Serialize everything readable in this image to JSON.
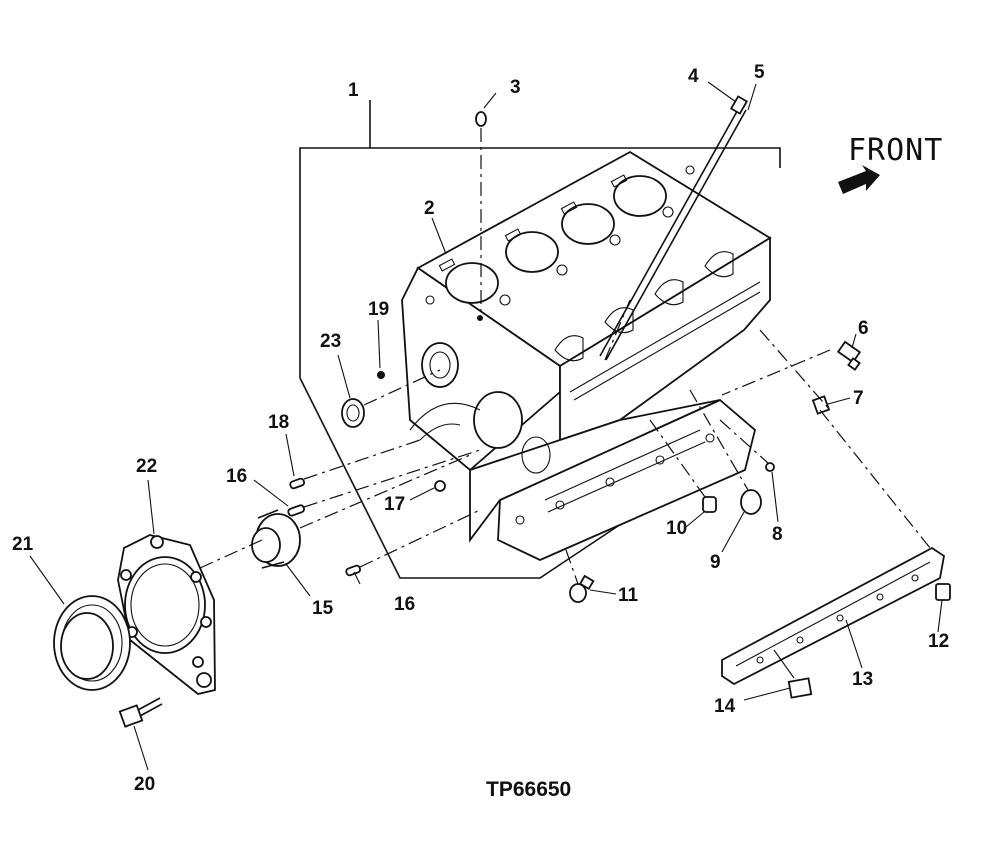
{
  "direction_label": "FRONT",
  "figure_id": "TP66650",
  "callouts": [
    {
      "id": "c1",
      "label": "1"
    },
    {
      "id": "c2",
      "label": "2"
    },
    {
      "id": "c3",
      "label": "3"
    },
    {
      "id": "c4",
      "label": "4"
    },
    {
      "id": "c5",
      "label": "5"
    },
    {
      "id": "c6",
      "label": "6"
    },
    {
      "id": "c7",
      "label": "7"
    },
    {
      "id": "c8",
      "label": "8"
    },
    {
      "id": "c9",
      "label": "9"
    },
    {
      "id": "c10",
      "label": "10"
    },
    {
      "id": "c11",
      "label": "11"
    },
    {
      "id": "c12",
      "label": "12"
    },
    {
      "id": "c13",
      "label": "13"
    },
    {
      "id": "c14",
      "label": "14"
    },
    {
      "id": "c15",
      "label": "15"
    },
    {
      "id": "c16a",
      "label": "16"
    },
    {
      "id": "c16b",
      "label": "16"
    },
    {
      "id": "c17",
      "label": "17"
    },
    {
      "id": "c18",
      "label": "18"
    },
    {
      "id": "c19",
      "label": "19"
    },
    {
      "id": "c20",
      "label": "20"
    },
    {
      "id": "c21",
      "label": "21"
    },
    {
      "id": "c22",
      "label": "22"
    },
    {
      "id": "c23",
      "label": "23"
    }
  ]
}
